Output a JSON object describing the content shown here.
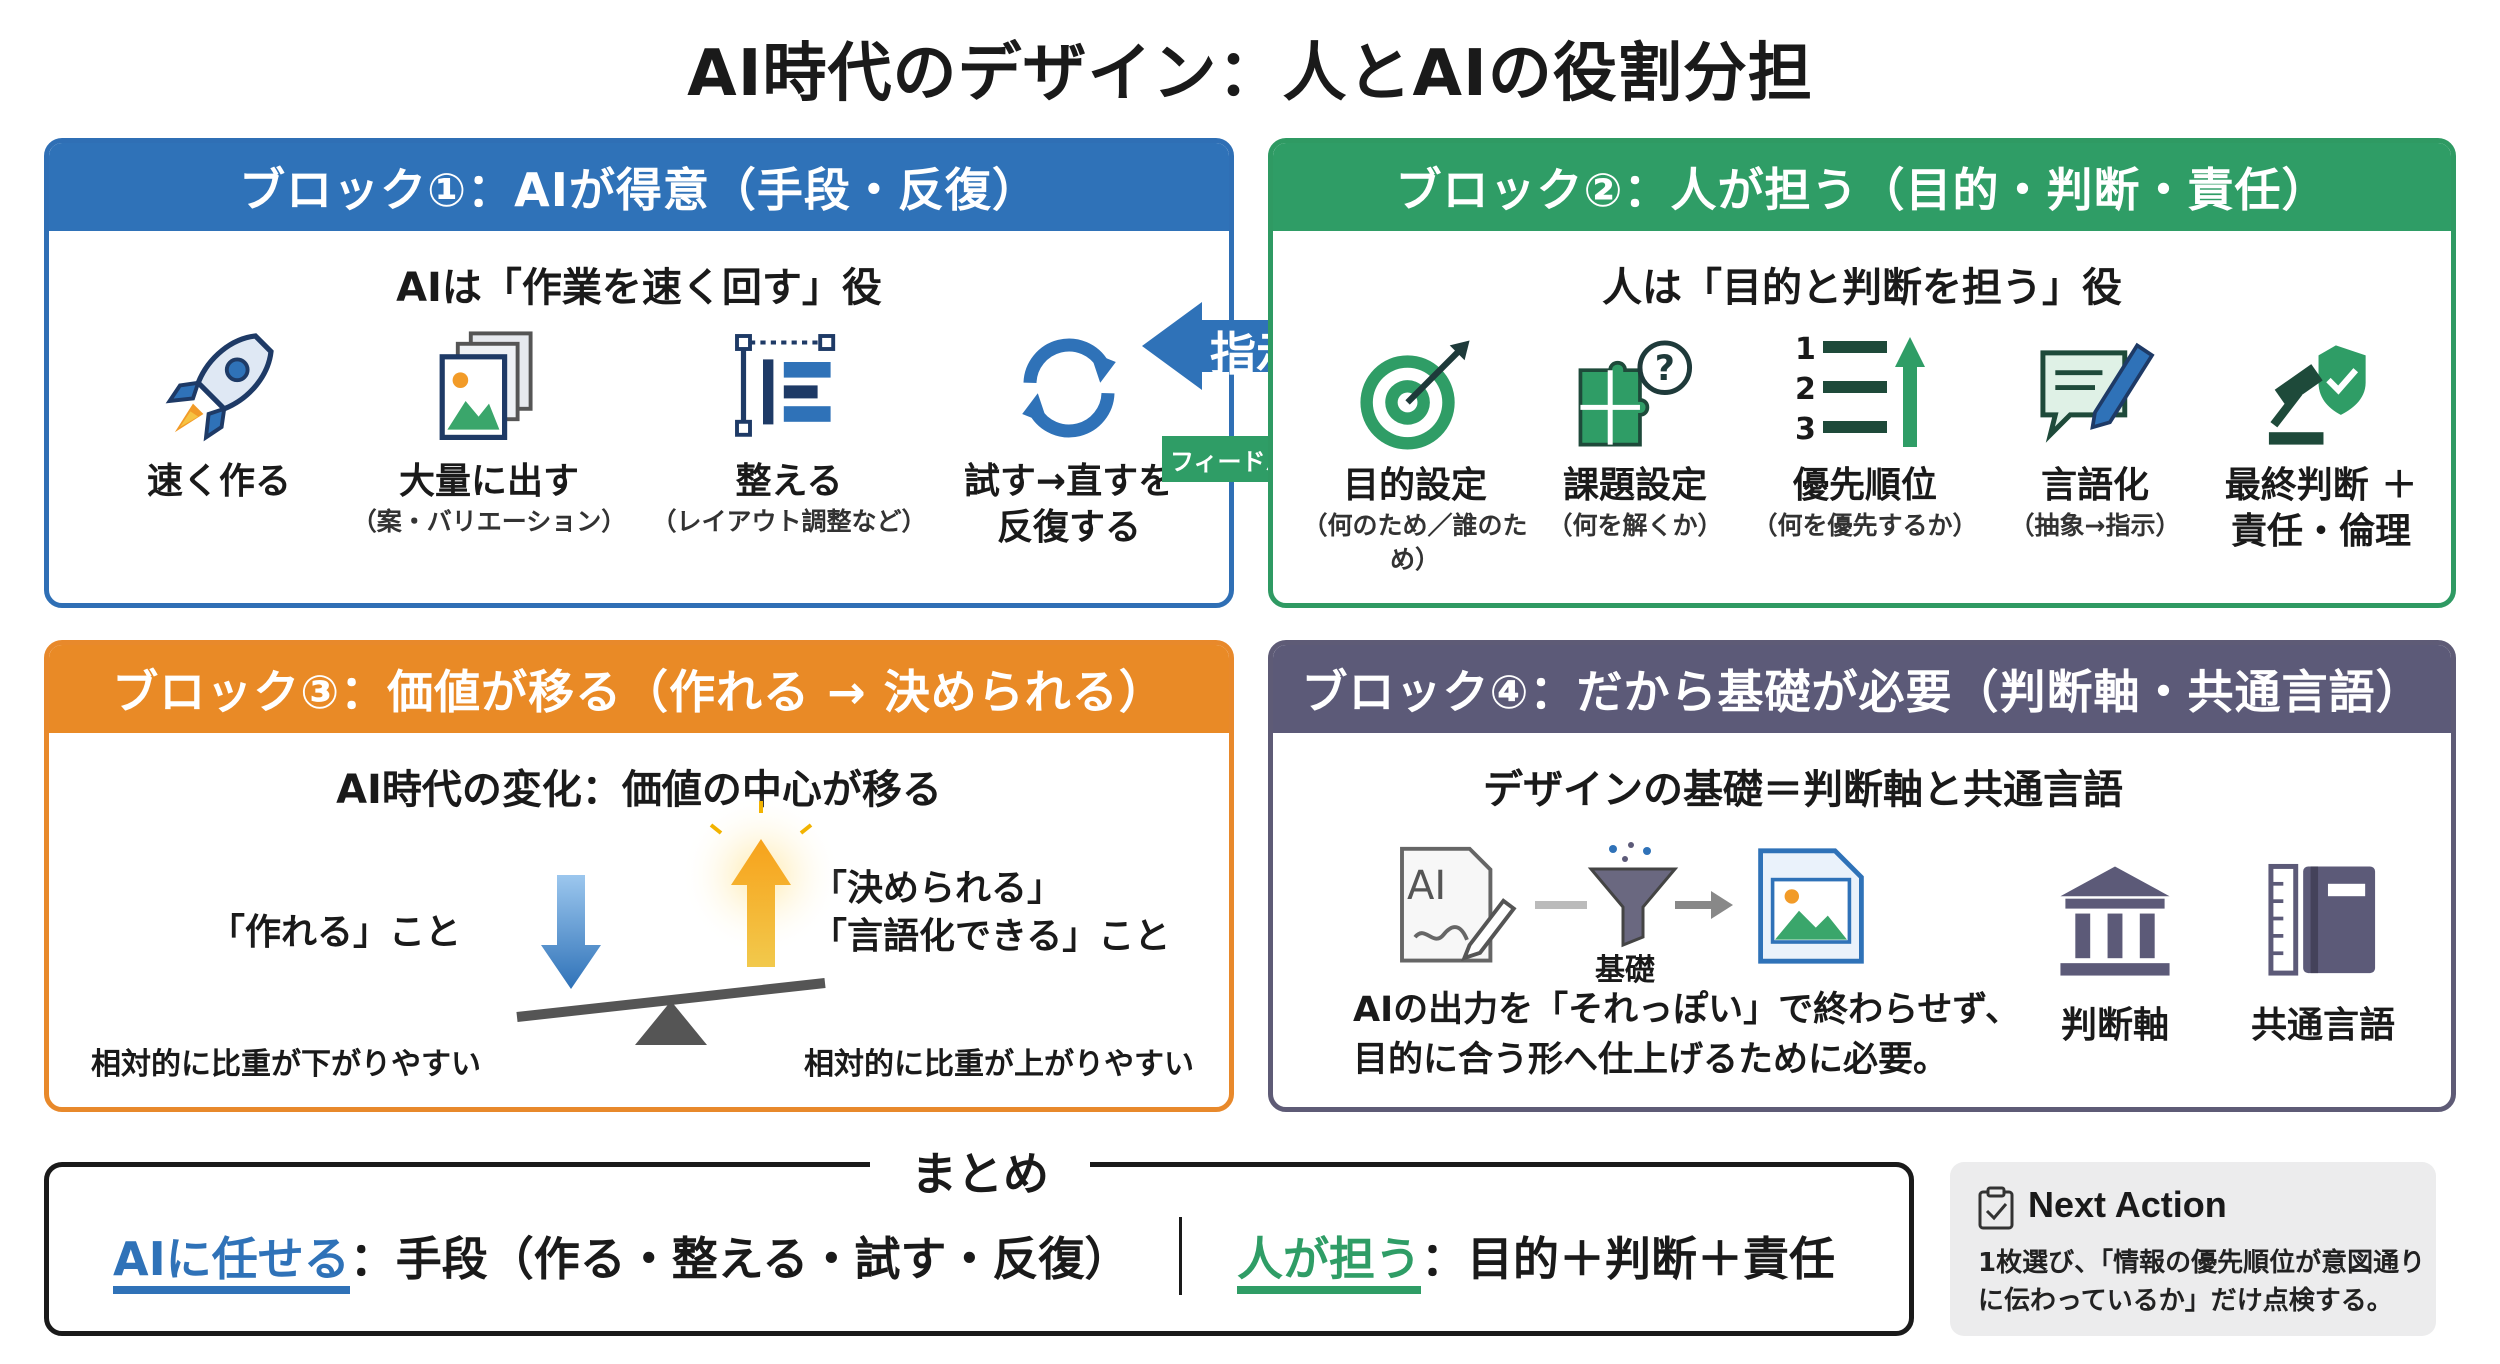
{
  "title": "AI時代のデザイン：人とAIの役割分担",
  "block1": {
    "header": "ブロック①：AIが得意（手段・反復）",
    "subtitle": "AIは「作業を速く回す」役",
    "items": [
      {
        "icon": "rocket-icon",
        "label": "速く作る",
        "sub": ""
      },
      {
        "icon": "documents-icon",
        "label": "大量に出す",
        "sub": "（案・バリエーション）"
      },
      {
        "icon": "layout-icon",
        "label": "整える",
        "sub": "（レイアウト調整など）"
      },
      {
        "icon": "refresh-icon",
        "label1": "試す→直すを",
        "label2": "反復する"
      }
    ]
  },
  "arrows": {
    "instruct": "指示",
    "feedback": "フィードバック"
  },
  "block2": {
    "header": "ブロック②：人が担う（目的・判断・責任）",
    "subtitle": "人は「目的と判断を担う」役",
    "items": [
      {
        "icon": "target-icon",
        "label": "目的設定",
        "sub": "（何のため／誰のため）"
      },
      {
        "icon": "puzzle-icon",
        "label": "課題設定",
        "sub": "（何を解くか）"
      },
      {
        "icon": "priority-list-icon",
        "label": "優先順位",
        "sub": "（何を優先するか）"
      },
      {
        "icon": "speech-pen-icon",
        "label": "言語化",
        "sub": "（抽象→指示）"
      },
      {
        "icon": "gavel-icon",
        "label1": "最終判断 ＋",
        "label2": "責任・倫理"
      }
    ],
    "priority_numbers": [
      "1",
      "2",
      "3"
    ]
  },
  "block3": {
    "header": "ブロック③：価値が移る（作れる → 決められる）",
    "subtitle": "AI時代の変化：価値の中心が移る",
    "left_label": "「作れる」こと",
    "right_label1": "「決められる」",
    "right_label2": "「言語化できる」こと",
    "left_note": "相対的に比重が下がりやすい",
    "right_note": "相対的に比重が上がりやすい"
  },
  "block4": {
    "header": "ブロック④：だから基礎が必要（判断軸・共通言語）",
    "subtitle": "デザインの基礎＝判断軸と共通言語",
    "ai_doc_text": "AI",
    "funnel_label": "基礎",
    "body1": "AIの出力を「それっぽい」で終わらせず、",
    "body2": "目的に合う形へ仕上げるために必要。",
    "icon1_label": "判断軸",
    "icon2_label": "共通言語"
  },
  "summary": {
    "title": "まとめ",
    "left_key": "AIに任せる",
    "left_rest": "：手段（作る・整える・試す・反復）",
    "right_key": "人が担う",
    "right_rest": "：目的＋判断＋責任"
  },
  "next_action": {
    "title": "Next Action",
    "text1": "1枚選び、「情報の優先順位が意図通り",
    "text2": "に伝わっているか」だけ点検する。"
  },
  "colors": {
    "blue": "#2f72b8",
    "green": "#2f9d66",
    "orange": "#e98a26",
    "purple": "#5c5a78"
  }
}
